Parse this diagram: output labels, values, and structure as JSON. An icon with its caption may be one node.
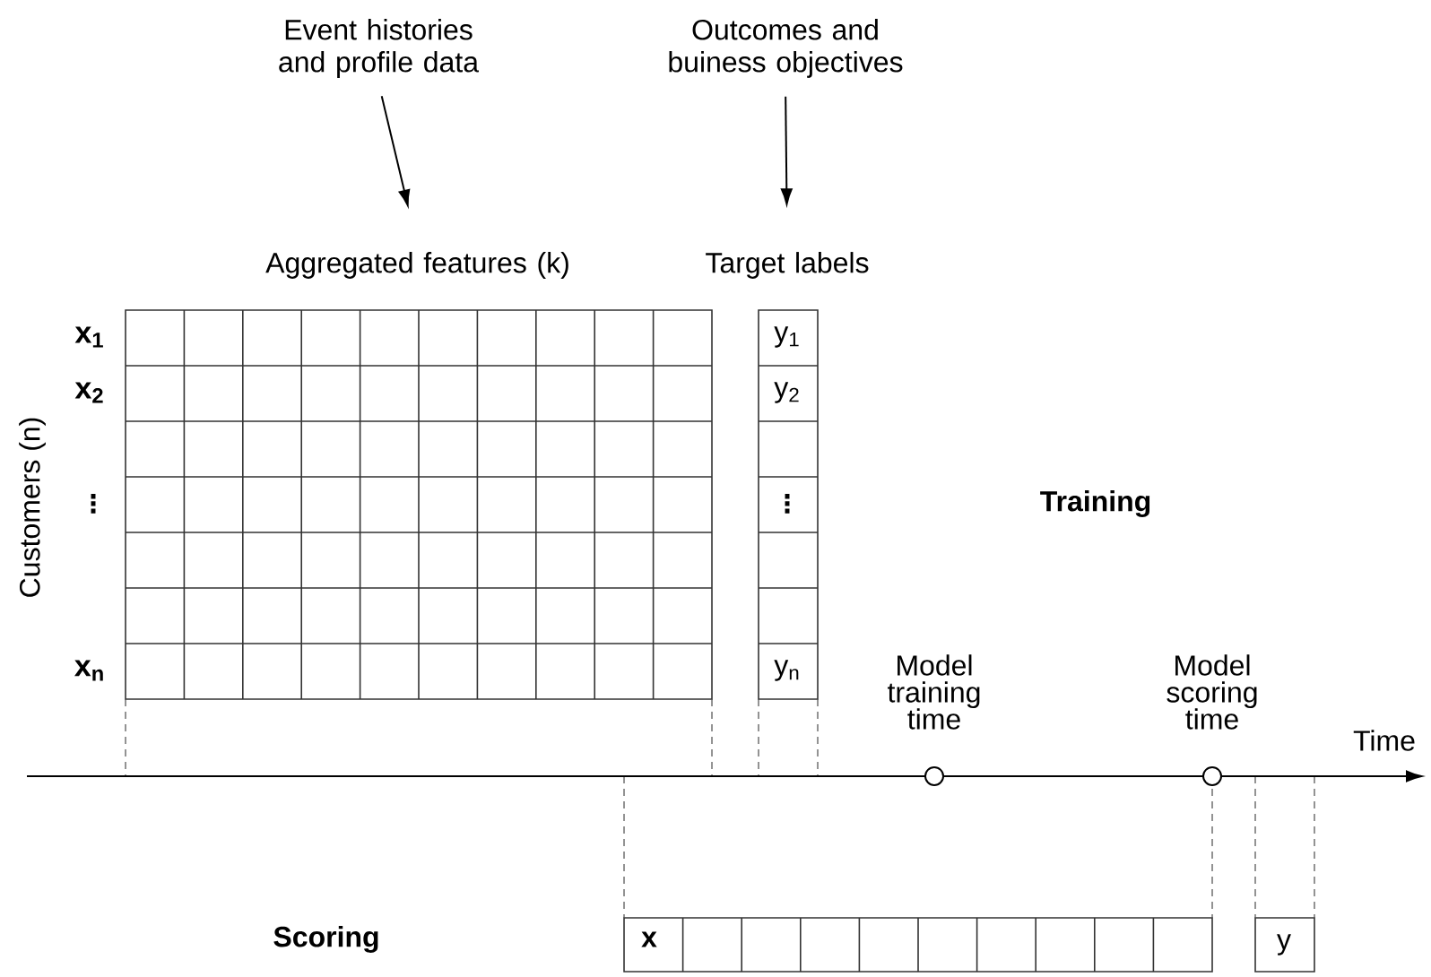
{
  "diagram": {
    "nodes": [
      {
        "text": [
          "Event histories and profile data"
        ]
      },
      {
        "text": [
          "Outcomes and buiness objectives"
        ]
      },
      {
        "text": [
          "Aggregated features (k)"
        ]
      },
      {
        "text": [
          "Target labels"
        ]
      }
    ],
    "edges": [
      {
        "from": 0,
        "to": 2,
        "arrow": "to"
      },
      {
        "from": 1,
        "to": 3,
        "arrow": "to"
      }
    ],
    "labels": [
      "x$_{1}$",
      "y$_{1}$",
      "x$_{2}$",
      "y$_{2}$",
      "⋮",
      "⋮",
      "Training",
      "Customers (n)",
      "x$_{n}$",
      "y$_{n}$",
      "Model training time",
      "Model scoring time",
      "Time",
      "Scoring",
      "x",
      "y"
    ]
  }
}
